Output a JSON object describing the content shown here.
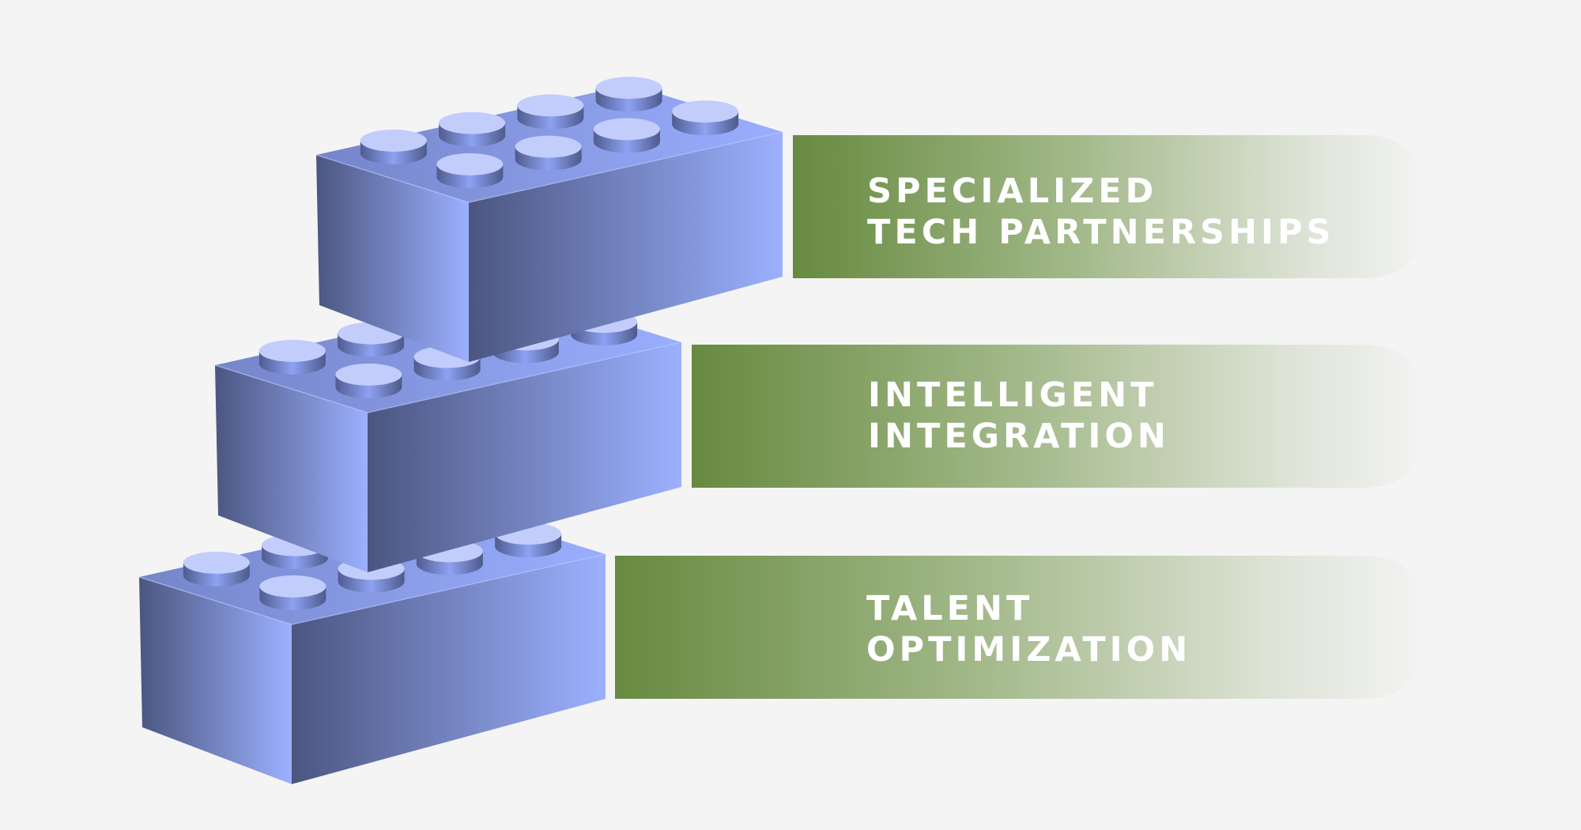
{
  "colors": {
    "background": "#f4f4f4",
    "banner_start": "#678a40",
    "banner_end": "#f4f4f4",
    "brick_light": "#9cb0ff",
    "brick_dark": "#4b5680",
    "stud_top": "#c3cdfc",
    "label_text": "#ffffff"
  },
  "items": [
    {
      "line1": "SPECIALIZED",
      "line2": "TECH PARTNERSHIPS"
    },
    {
      "line1": "INTELLIGENT",
      "line2": "INTEGRATION"
    },
    {
      "line1": "TALENT",
      "line2": "OPTIMIZATION"
    }
  ]
}
